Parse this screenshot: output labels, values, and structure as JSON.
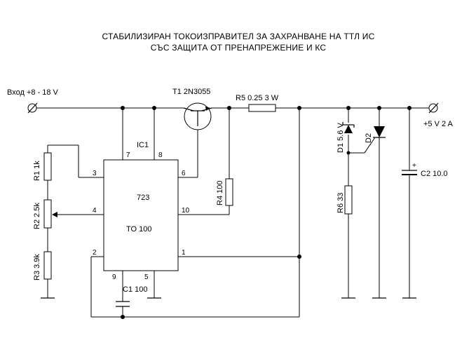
{
  "title": {
    "line1": "СТАБИЛИЗИРАН ТОКОИЗПРАВИТЕЛ ЗА ЗАХРАНВАНЕ НА ТТЛ ИС",
    "line2": "СЪС ЗАЩИТА ОТ ПРЕНАПРЕЖЕНИЕ И КС"
  },
  "terminals": {
    "input": "Вход +8 - 18 V",
    "output": "+5 V  2 A"
  },
  "ic": {
    "ref": "IC1",
    "type": "723",
    "package": "TO 100",
    "pins": {
      "p1": "1",
      "p2": "2",
      "p3": "3",
      "p4": "4",
      "p5": "5",
      "p6": "6",
      "p7": "7",
      "p8": "8",
      "p9": "9",
      "p10": "10"
    }
  },
  "components": {
    "t1": "T1 2N3055",
    "r1": "R1 1k",
    "r2": "R2 2.5k",
    "r3": "R3 3.9k",
    "r4": "R4 100",
    "r5": "R5 0.25  3 W",
    "r6": "R6 33",
    "d1": "D1 5.6 V",
    "d2": "D2",
    "c1": "C1 100",
    "c2": "C2 10.0",
    "c2_polarity": "+"
  }
}
